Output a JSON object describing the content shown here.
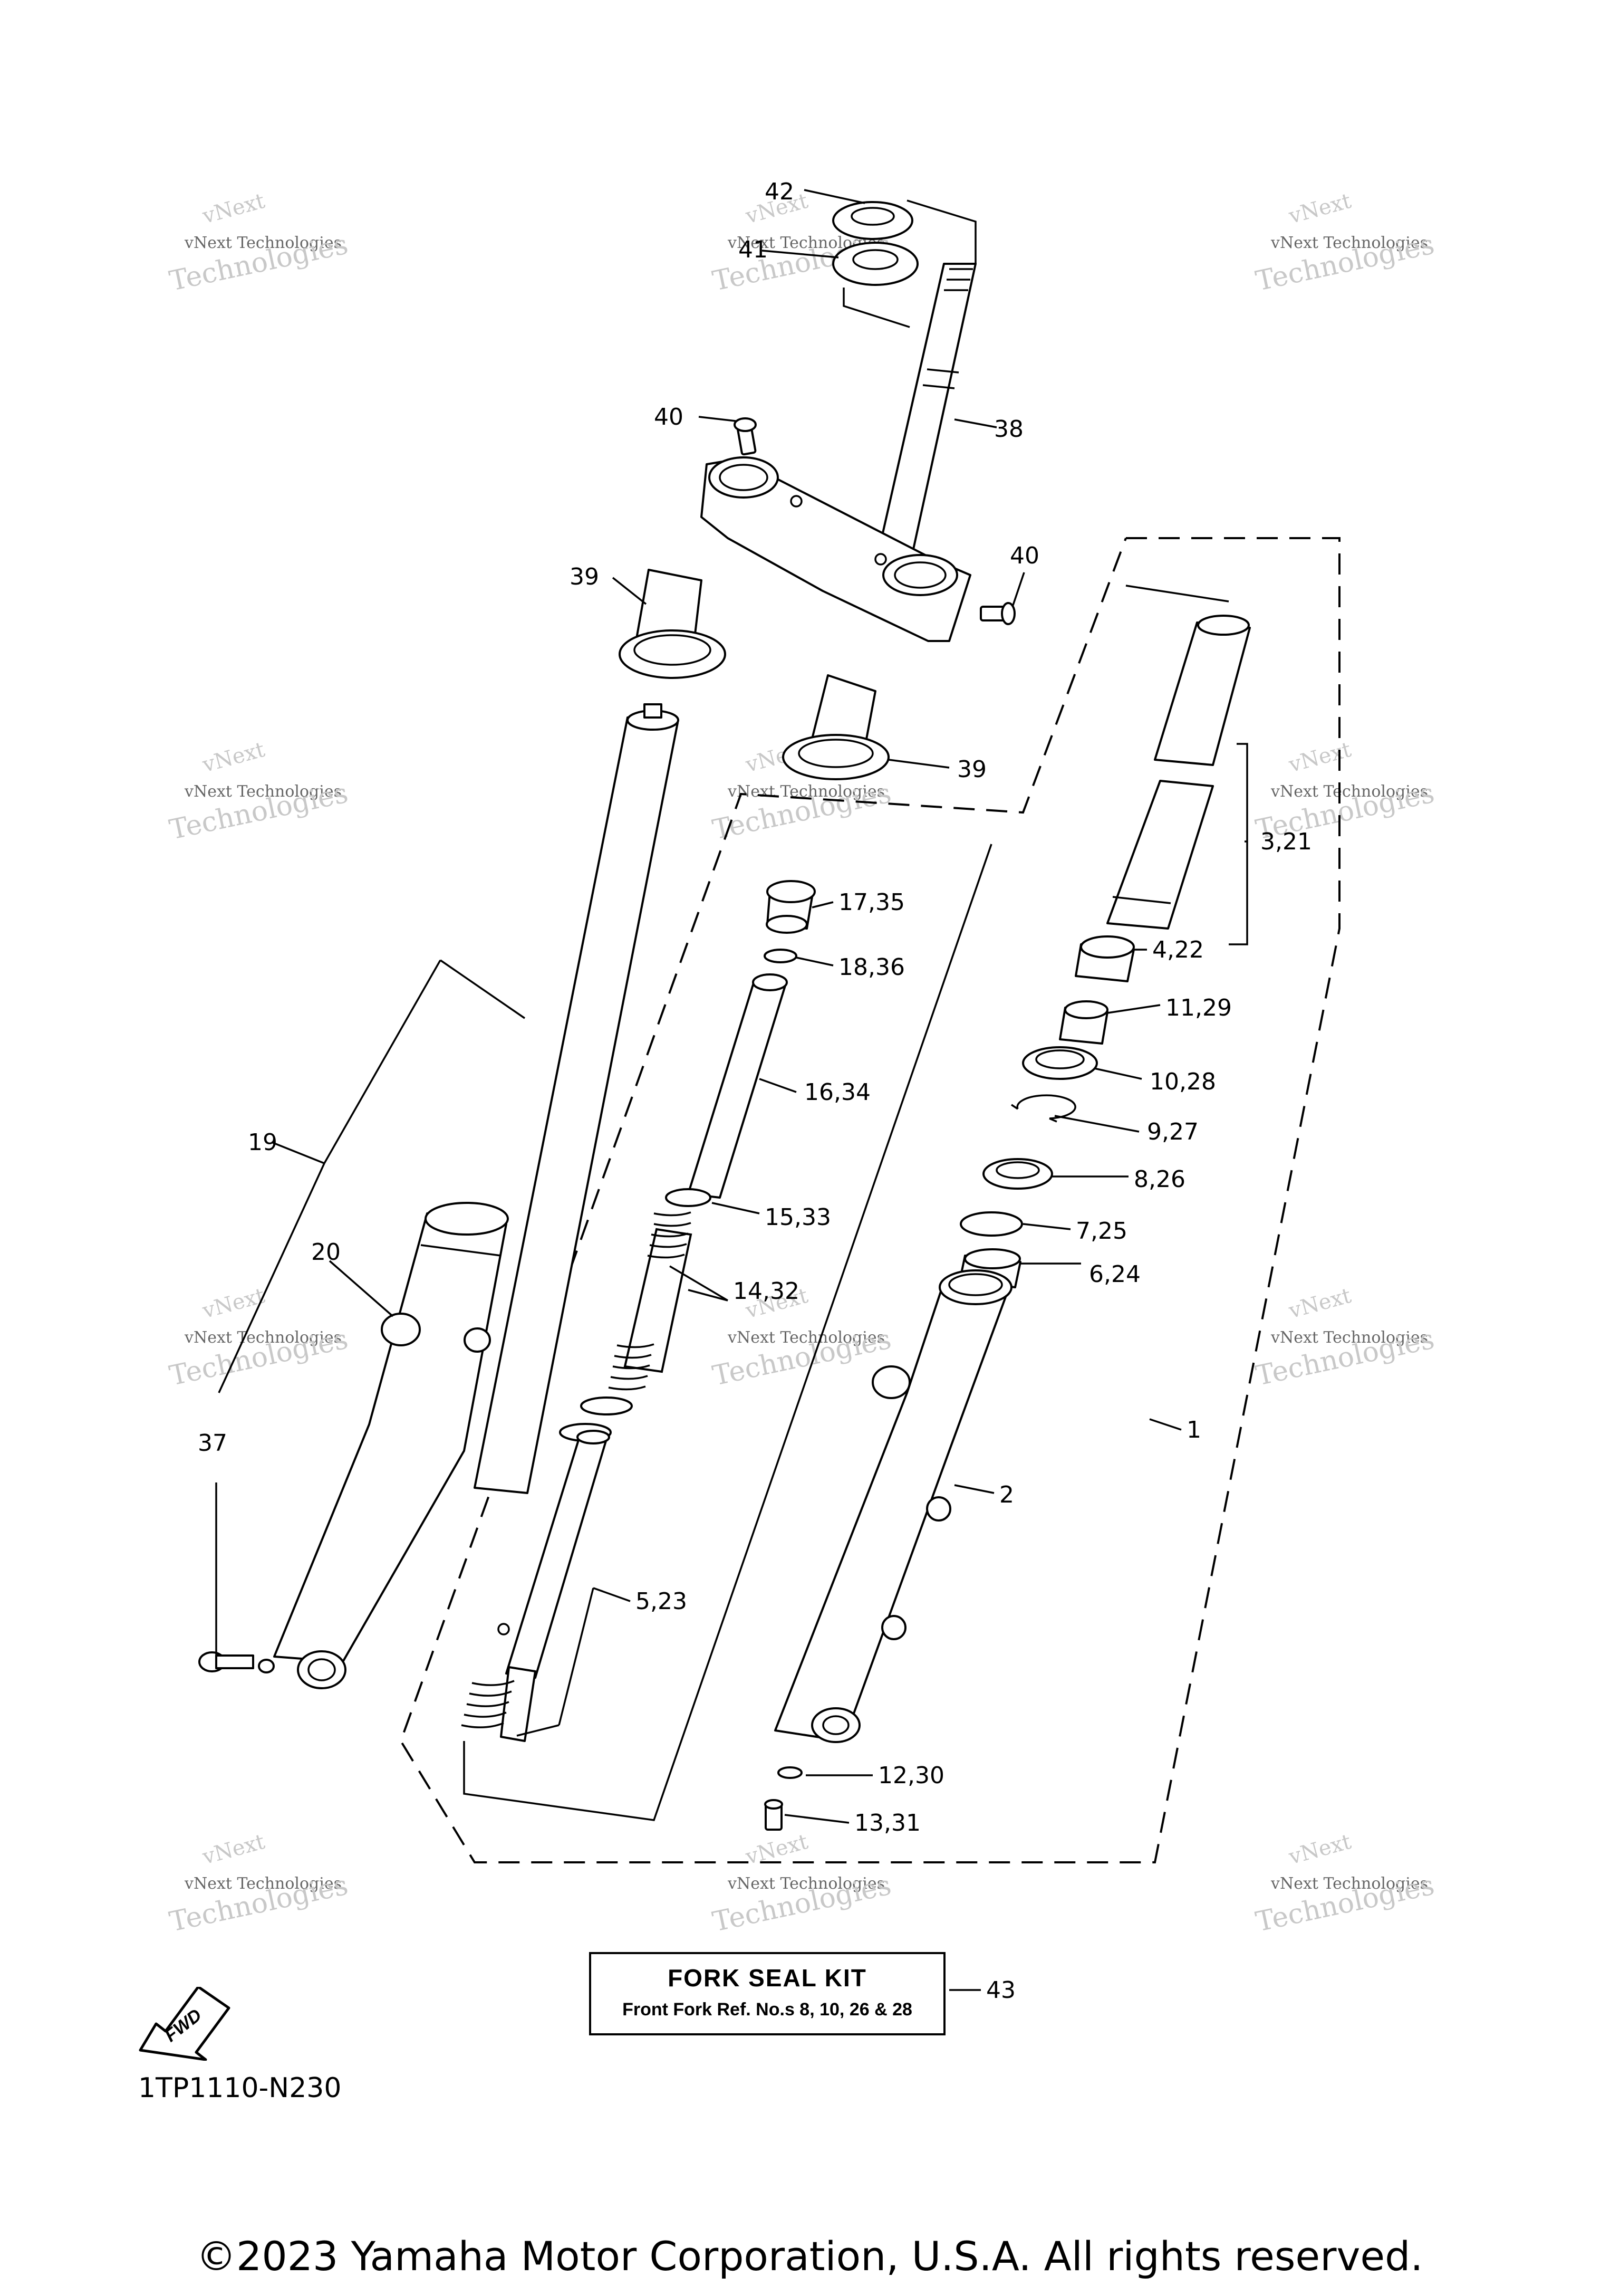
{
  "callouts": {
    "c42": "42",
    "c41": "41",
    "c38": "38",
    "c40a": "40",
    "c40b": "40",
    "c39a": "39",
    "c39b": "39",
    "c3_21": "3,21",
    "c17_35": "17,35",
    "c18_36": "18,36",
    "c4_22": "4,22",
    "c11_29": "11,29",
    "c16_34": "16,34",
    "c10_28": "10,28",
    "c9_27": "9,27",
    "c8_26": "8,26",
    "c19": "19",
    "c15_33": "15,33",
    "c7_25": "7,25",
    "c20": "20",
    "c6_24": "6,24",
    "c14_32": "14,32",
    "c1": "1",
    "c37": "37",
    "c2": "2",
    "c5_23": "5,23",
    "c12_30": "12,30",
    "c13_31": "13,31",
    "c43": "43"
  },
  "kit": {
    "title": "FORK  SEAL  KIT",
    "subtitle": "Front Fork Ref. No.s  8, 10, 26 & 28"
  },
  "fwd_icon_text": "FWD",
  "diagram_code": "1TP1110-N230",
  "copyright": "©2023 Yamaha Motor Corporation, U.S.A. All rights reserved.",
  "watermark": {
    "line1": "vNext",
    "line2": "vNext Technologies",
    "line3": "Technologies"
  }
}
